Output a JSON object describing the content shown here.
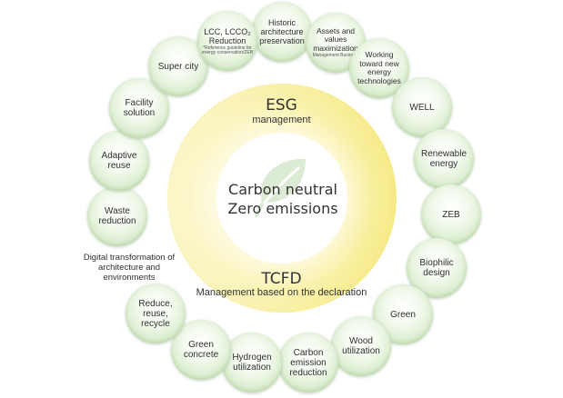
{
  "center": {
    "line1": "Carbon neutral",
    "line2": "Zero emissions"
  },
  "esg": {
    "title": "ESG",
    "subtitle": "management"
  },
  "tcfd": {
    "title": "TCFD",
    "subtitle": "Management based on the declaration"
  },
  "colors": {
    "ring_yellow": "#f7ec8a",
    "circle_green": "#c8e4b6",
    "leaf_green": "#dcebd3"
  },
  "icons": {
    "center": "leaf-icon"
  },
  "items": [
    {
      "label": "Historic architecture preservation"
    },
    {
      "label": "Assets and values maximization",
      "sub": "Management Business"
    },
    {
      "label": "Working toward new energy technologies"
    },
    {
      "label": "WELL"
    },
    {
      "label": "Renewable energy"
    },
    {
      "label": "ZEB"
    },
    {
      "label": "Biophilic design"
    },
    {
      "label": "Green"
    },
    {
      "label": "Wood utilization"
    },
    {
      "label": "Carbon emission reduction"
    },
    {
      "label": "Hydrogen utilization"
    },
    {
      "label": "Green concrete"
    },
    {
      "label": "Reduce, reuse, recycle"
    },
    {
      "label": "Digital transformation of architecture and environments"
    },
    {
      "label": "Waste reduction"
    },
    {
      "label": "Adaptive reuse"
    },
    {
      "label": "Facility solution"
    },
    {
      "label": "Super city"
    },
    {
      "label": "LCC, LCCO₂ Reduction",
      "sub": "*Reference guideline for energy conservation/ZEB"
    }
  ]
}
